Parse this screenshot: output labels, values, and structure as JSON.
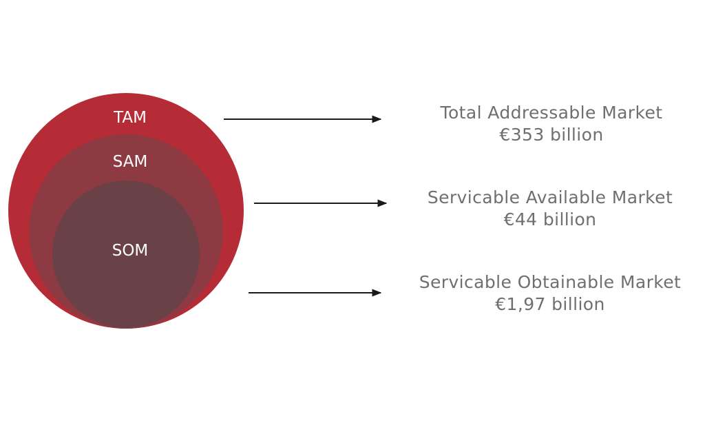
{
  "colors": {
    "tam": "#b52b36",
    "sam": "#8e3a43",
    "som": "#6a4146",
    "text": "#6f6f6f",
    "arrow": "#1a1a1a"
  },
  "circles": {
    "tam_label": "TAM",
    "sam_label": "SAM",
    "som_label": "SOM"
  },
  "markets": {
    "tam": {
      "name": "Total Addressable Market",
      "value": "€353 billion"
    },
    "sam": {
      "name": "Servicable Available Market",
      "value": "€44 billion"
    },
    "som": {
      "name": "Servicable Obtainable Market",
      "value": "€1,97 billion"
    }
  }
}
